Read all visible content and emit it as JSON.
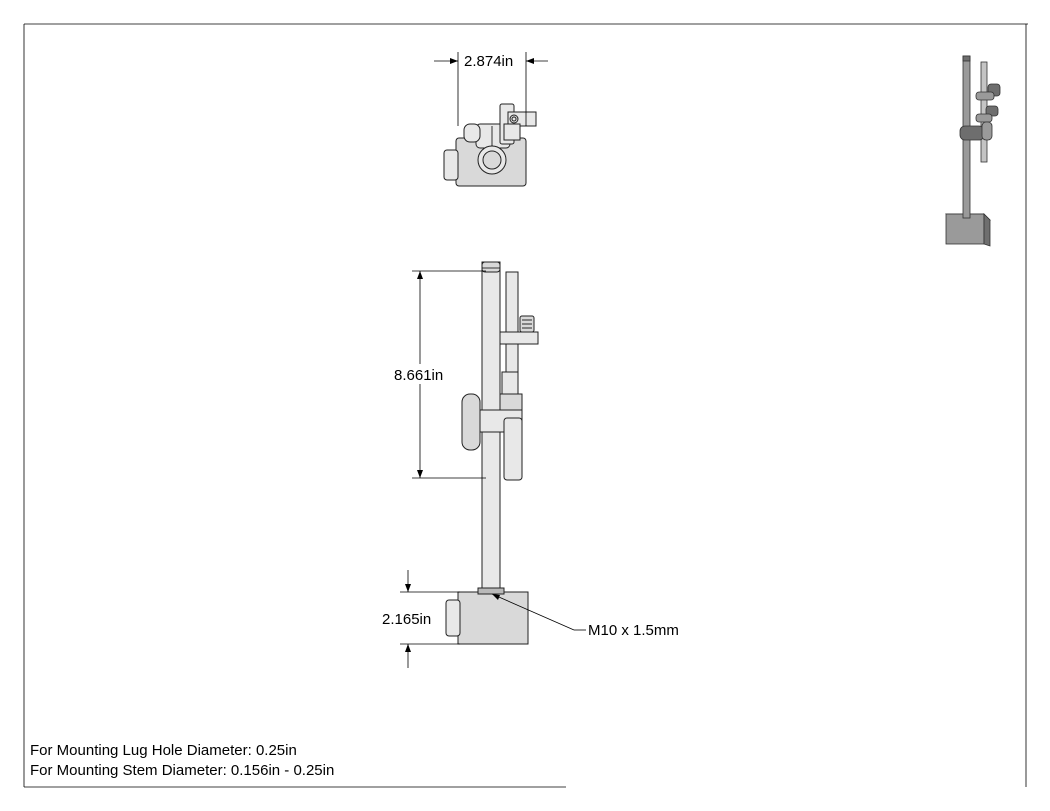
{
  "dimensions": {
    "width_top": "2.874in",
    "height_rod": "8.661in",
    "height_base": "2.165in"
  },
  "callout": {
    "thread": "M10 x 1.5mm"
  },
  "notes": {
    "lug_hole": "For Mounting Lug Hole Diameter: 0.25in",
    "stem": "For Mounting Stem Diameter: 0.156in - 0.25in"
  }
}
